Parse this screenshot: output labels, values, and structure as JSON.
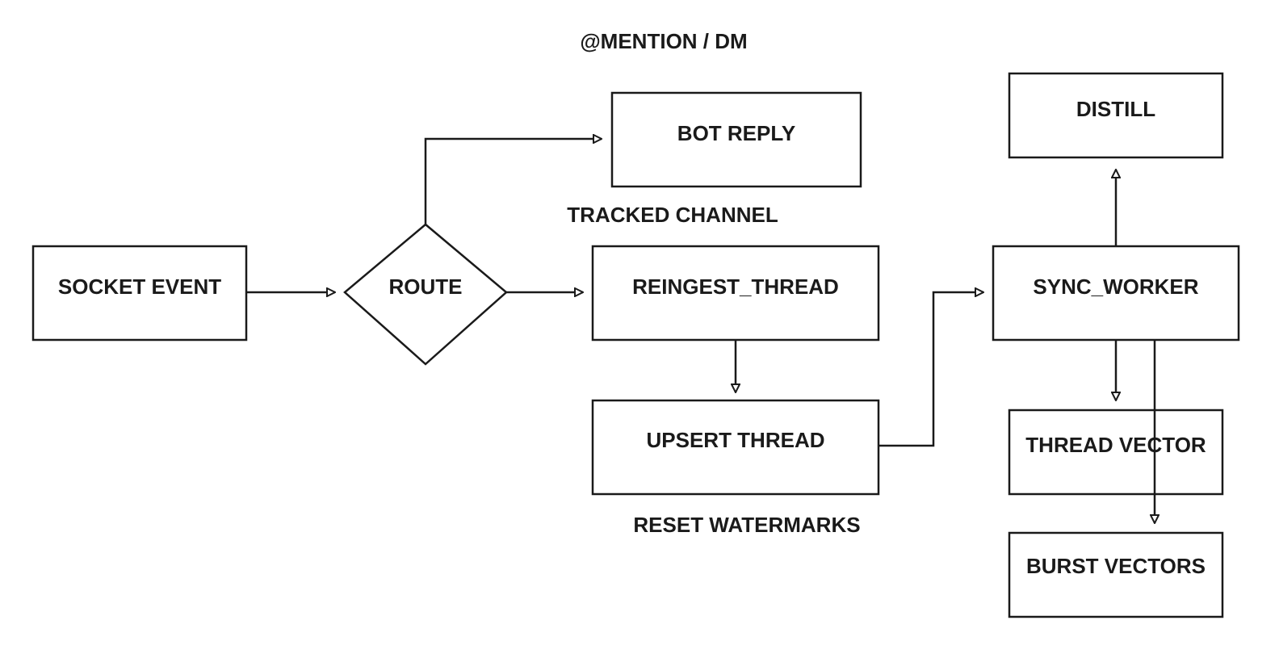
{
  "diagram": {
    "nodes": {
      "socket_event": "SOCKET EVENT",
      "route": "ROUTE",
      "bot_reply": "BOT REPLY",
      "reingest_thread": "REINGEST_THREAD",
      "upsert_thread": "UPSERT THREAD",
      "sync_worker": "SYNC_WORKER",
      "distill": "DISTILL",
      "thread_vector": "THREAD VECTOR",
      "burst_vectors": "BURST VECTORS"
    },
    "labels": {
      "mention_dm": "@MENTION / DM",
      "tracked_channel": "TRACKED CHANNEL",
      "reset_watermarks": "RESET WATERMARKS"
    },
    "colors": {
      "stroke": "#1a1a1a",
      "background": "#ffffff"
    }
  }
}
